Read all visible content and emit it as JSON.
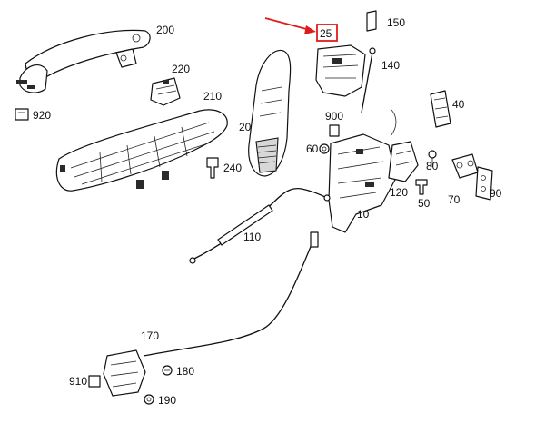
{
  "diagram": {
    "highlight_color": "#e01b1b",
    "highlighted_part": "25",
    "part_labels": {
      "p200": "200",
      "p920": "920",
      "p220": "220",
      "p210": "210",
      "p240": "240",
      "p20": "20",
      "p25": "25",
      "p150": "150",
      "p140": "140",
      "p900": "900",
      "p60": "60",
      "p40": "40",
      "p80": "80",
      "p120": "120",
      "p10": "10",
      "p50": "50",
      "p70": "70",
      "p90": "90",
      "p110": "110",
      "p170": "170",
      "p910": "910",
      "p180": "180",
      "p190": "190"
    }
  }
}
